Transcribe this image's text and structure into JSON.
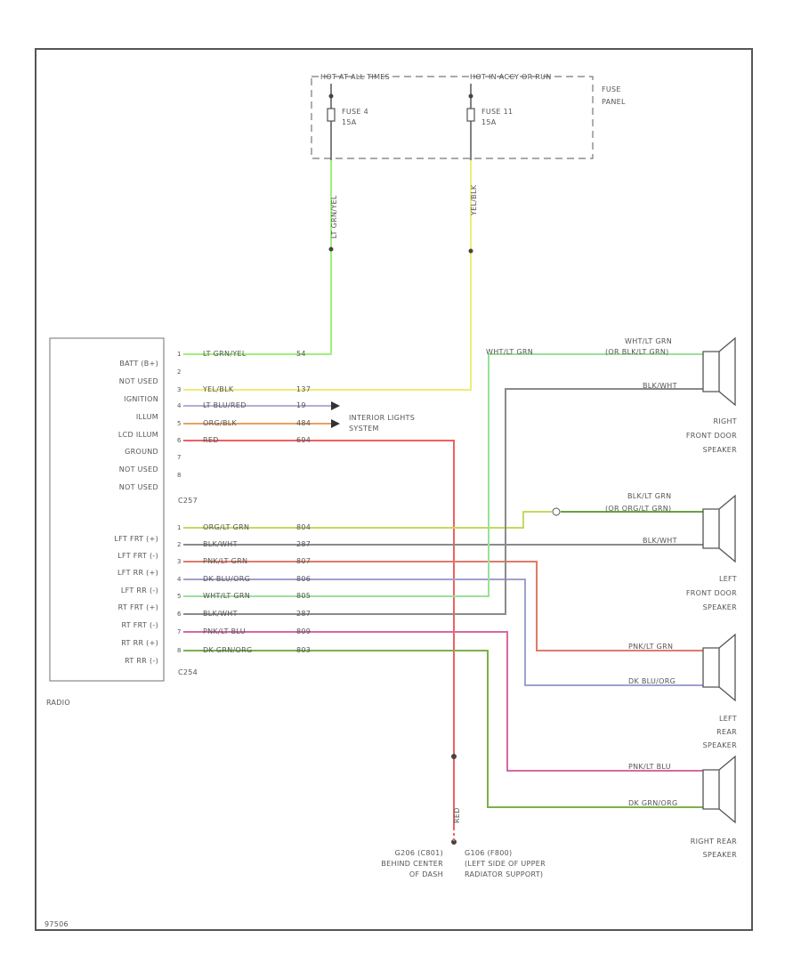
{
  "fuse_panel": {
    "hot_always": "HOT AT ALL TIMES",
    "hot_run": "HOT IN ACCY OR RUN",
    "fuse_a": "FUSE 4",
    "fuse_a_amps": "15A",
    "fuse_b": "FUSE 11",
    "fuse_b_amps": "15A",
    "panel_label": [
      "FUSE",
      "PANEL"
    ],
    "wire_a": "LT GRN/YEL",
    "wire_b": "YEL/BLK"
  },
  "radio": {
    "label": "RADIO",
    "c257": "C257",
    "c254": "C254",
    "pins_upper": [
      "BATT (B+)",
      "NOT USED",
      "IGNITION",
      "ILLUM",
      "LCD ILLUM",
      "GROUND",
      "NOT USED",
      "NOT USED"
    ],
    "pins_lower": [
      "LFT FRT (+)",
      "LFT FRT (-)",
      "LFT RR (+)",
      "LFT RR (-)",
      "RT FRT (+)",
      "RT FRT (-)",
      "RT RR (+)",
      "RT RR (-)"
    ],
    "pin_numbers_upper": [
      "1",
      "2",
      "3",
      "4",
      "5",
      "6",
      "7",
      "8"
    ],
    "pin_numbers_lower": [
      "1",
      "2",
      "3",
      "4",
      "5",
      "6",
      "7",
      "8"
    ]
  },
  "wires_upper": [
    {
      "color": "LT GRN/YEL",
      "circuit": "54"
    },
    {
      "color": "YEL/BLK",
      "circuit": "137"
    },
    {
      "color": "LT BLU/RED",
      "circuit": "19"
    },
    {
      "color": "ORG/BLK",
      "circuit": "484"
    },
    {
      "color": "RED",
      "circuit": "694"
    }
  ],
  "wires_lower": [
    {
      "color": "ORG/LT GRN",
      "circuit": "804"
    },
    {
      "color": "BLK/WHT",
      "circuit": "287"
    },
    {
      "color": "PNK/LT GRN",
      "circuit": "807"
    },
    {
      "color": "DK BLU/ORG",
      "circuit": "806"
    },
    {
      "color": "WHT/LT GRN",
      "circuit": "805"
    },
    {
      "color": "BLK/WHT",
      "circuit": "287"
    },
    {
      "color": "PNK/LT BLU",
      "circuit": "809"
    },
    {
      "color": "DK GRN/ORG",
      "circuit": "803"
    }
  ],
  "interior_lights": [
    "INTERIOR LIGHTS",
    "SYSTEM"
  ],
  "speakers": {
    "right_front": {
      "name": [
        "RIGHT",
        "FRONT DOOR",
        "SPEAKER"
      ],
      "wire_top": [
        "WHT/LT GRN",
        "(OR BLK/LT GRN)"
      ],
      "wire_bottom": "BLK/WHT",
      "harness": "WHT/LT GRN"
    },
    "left_front": {
      "name": [
        "LEFT",
        "FRONT DOOR",
        "SPEAKER"
      ],
      "wire_top": [
        "BLK/LT GRN",
        "(OR ORG/LT GRN)"
      ],
      "wire_bottom": "BLK/WHT"
    },
    "left_rear": {
      "name": [
        "LEFT",
        "REAR",
        "SPEAKER"
      ],
      "wire_top": "PNK/LT GRN",
      "wire_bottom": "DK BLU/ORG"
    },
    "right_rear": {
      "name": [
        "RIGHT REAR",
        "SPEAKER"
      ],
      "wire_top": "PNK/LT BLU",
      "wire_bottom": "DK GRN/ORG"
    }
  },
  "ground": {
    "wire": "RED",
    "splice": [
      "G206 (C801)",
      "BEHIND CENTER",
      "OF DASH"
    ],
    "ground_point": [
      "G106 (F800)",
      "(LEFT SIDE OF UPPER",
      "RADIATOR SUPPORT)"
    ]
  },
  "figure_id": "97506"
}
